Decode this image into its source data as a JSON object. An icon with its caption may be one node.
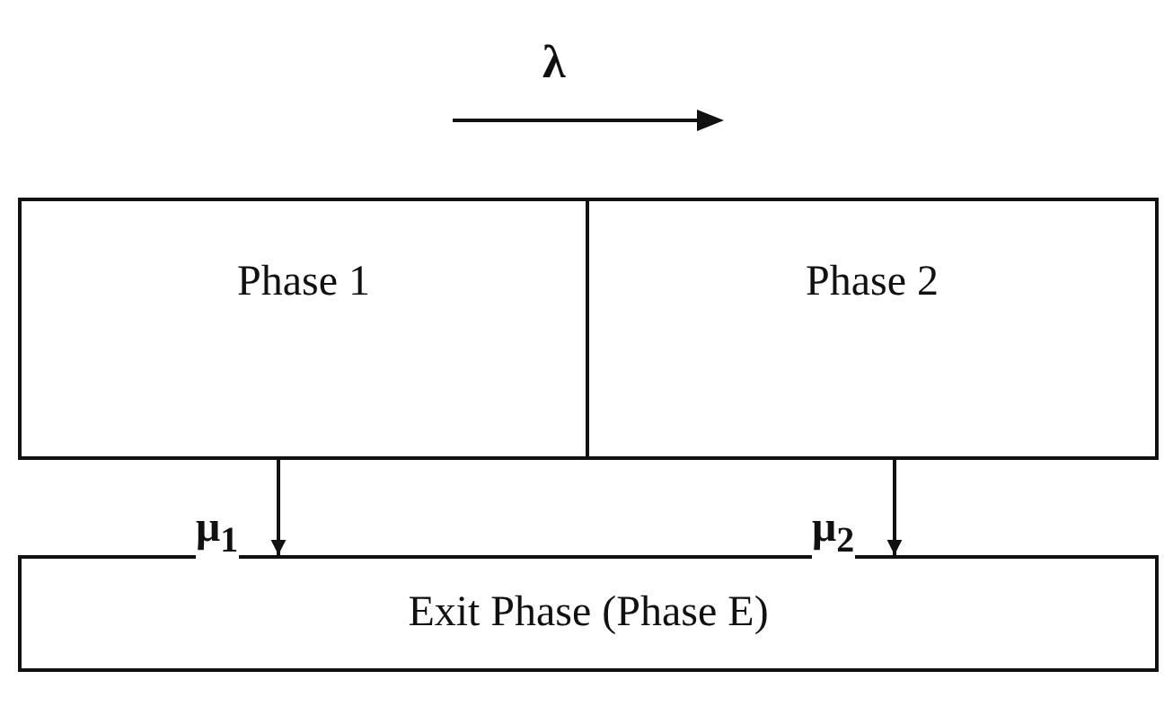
{
  "diagram": {
    "nodes": [
      {
        "text": [
          "Phase 1"
        ]
      },
      {
        "text": [
          "Phase 2"
        ]
      },
      {
        "text": [
          "Exit Phase (Phase E)"
        ]
      }
    ],
    "edges": [
      {
        "from": 0,
        "to": 2,
        "arrow": "to",
        "label": "μ$_{1}$"
      },
      {
        "from": 1,
        "to": 2,
        "arrow": "to",
        "label": "μ$_{2}$"
      }
    ],
    "labels": [
      "λ"
    ]
  }
}
